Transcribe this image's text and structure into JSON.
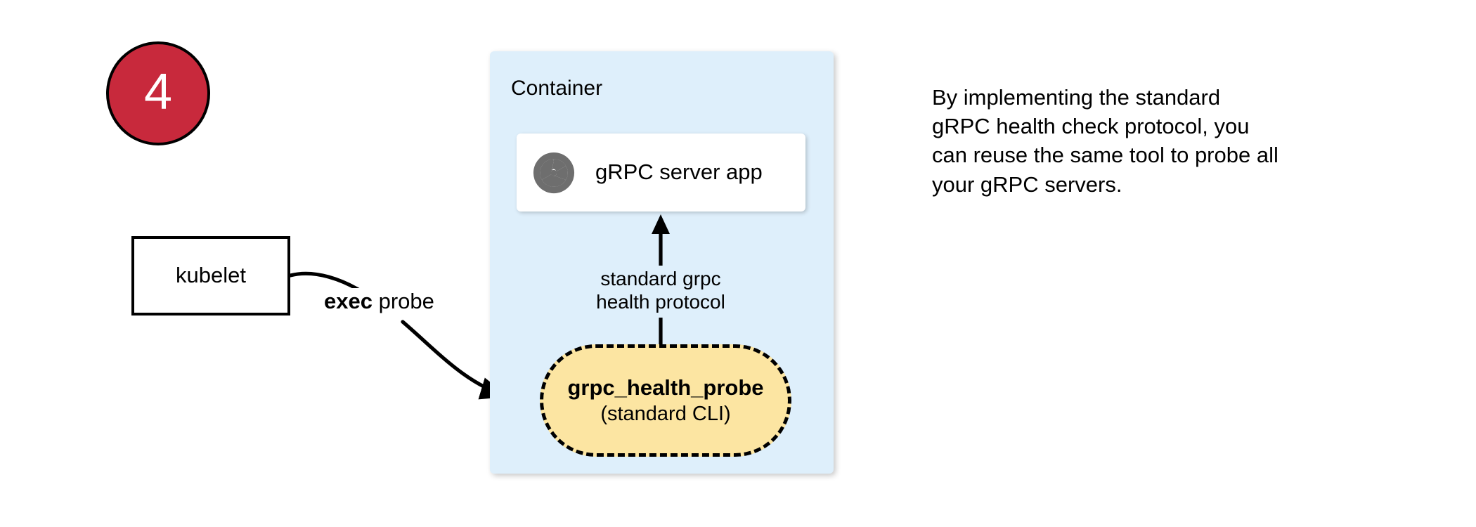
{
  "step": {
    "number": "4",
    "circle_fill": "#C8293C",
    "circle_border": "#000000",
    "text_color": "#ffffff"
  },
  "kubelet": {
    "label": "kubelet"
  },
  "exec_probe": {
    "bold_text": "exec",
    "rest_text": " probe"
  },
  "container": {
    "title": "Container",
    "fill": "#DEEFFB"
  },
  "server_card": {
    "label": "gRPC server app",
    "icon": "grpc-aperture-icon",
    "icon_color": "#6E6E6E",
    "fill": "#ffffff"
  },
  "protocol": {
    "line1": "standard grpc",
    "line2": "health protocol"
  },
  "probe": {
    "line1": "grpc_health_probe",
    "line2": "(standard CLI)",
    "fill": "#FCE5A2",
    "border": "#000000"
  },
  "note": {
    "line1": "By implementing the standard",
    "line2": "gRPC health check protocol, you",
    "line3": "can reuse the same tool to probe all",
    "line4": "your gRPC servers."
  }
}
